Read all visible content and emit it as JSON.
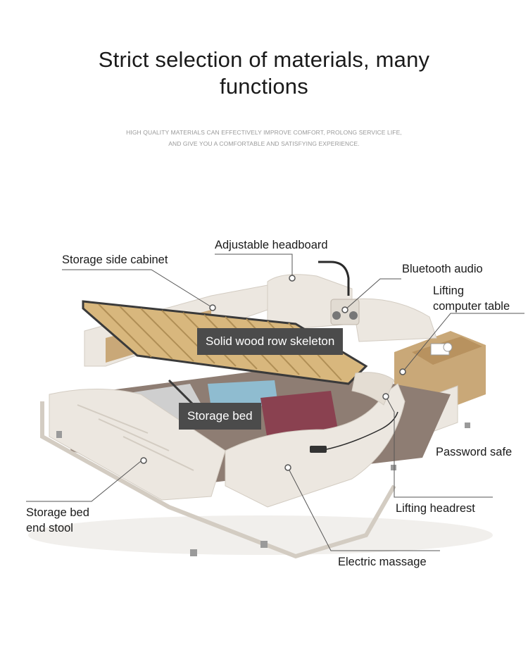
{
  "header": {
    "title_line1": "Strict selection of materials, many",
    "title_line2": "functions",
    "subtitle_line1": "HIGH QUALITY MATERIALS CAN EFFECTIVELY IMPROVE COMFORT, PROLONG SERVICE LIFE,",
    "subtitle_line2": "AND GIVE YOU A COMFORTABLE AND SATISFYING EXPERIENCE."
  },
  "callouts": {
    "storage_side_cabinet": "Storage side cabinet",
    "adjustable_headboard": "Adjustable headboard",
    "bluetooth_audio": "Bluetooth audio",
    "lifting_computer_table_1": "Lifting",
    "lifting_computer_table_2": "computer table",
    "password_safe": "Password safe",
    "lifting_headrest": "Lifting headrest",
    "electric_massage": "Electric massage",
    "storage_bed_end_stool_1": "Storage bed",
    "storage_bed_end_stool_2": "end stool"
  },
  "tags": {
    "solid_wood_row_skeleton": "Solid wood row skeleton",
    "storage_bed": "Storage bed"
  },
  "colors": {
    "leather": "#ece7e0",
    "leather_shadow": "#d3ccc2",
    "wood": "#c9a878",
    "slat": "#d8b77d",
    "frame": "#3a3a3a",
    "tag_bg": "#4b4b4b"
  }
}
